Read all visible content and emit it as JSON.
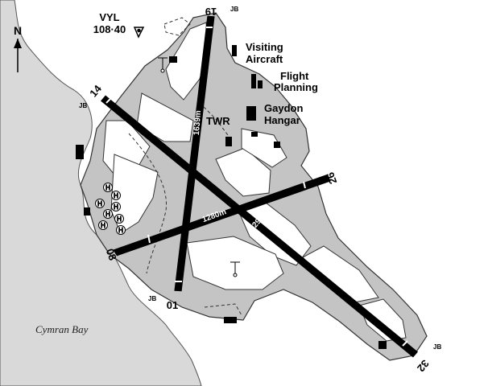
{
  "map": {
    "north_label": "N",
    "vor": {
      "id": "VYL",
      "freq": "108·40"
    },
    "bay_name": "Cymran Bay",
    "facilities": {
      "visiting_aircraft": [
        "Visiting",
        "Aircraft"
      ],
      "flight_planning": [
        "Flight",
        "Planning"
      ],
      "gaydon_hangar": [
        "Gaydon",
        "Hangar"
      ],
      "tower": "TWR"
    },
    "runways": {
      "rwy_01_19": {
        "ends": [
          "01",
          "19"
        ],
        "length": "1639m"
      },
      "rwy_08_26": {
        "ends": [
          "08",
          "26"
        ],
        "length": "1280m"
      },
      "rwy_14_32": {
        "ends": [
          "14",
          "32"
        ],
        "length": "2290m"
      }
    },
    "jbi_label": "JB",
    "helipad_letter": "H",
    "colors": {
      "sea": "#d9d9d9",
      "airfield": "#c4c4c4",
      "runway": "#000000",
      "grass": "#ffffff"
    }
  }
}
